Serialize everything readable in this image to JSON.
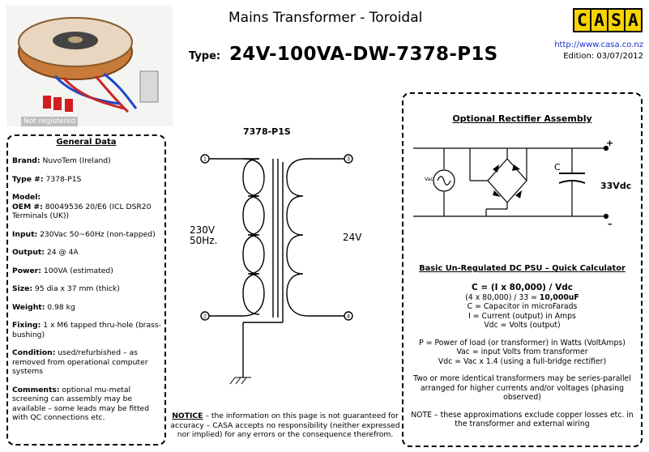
{
  "header": {
    "title": "Mains Transformer - Toroidal",
    "type_label": "Type:",
    "type_value": "24V-100VA-DW-7378-P1S",
    "url": "http://www.casa.co.nz",
    "edition": "Edition: 03/07/2012",
    "logo_letters": [
      "C",
      "A",
      "S",
      "A"
    ],
    "logo_color": "#f7d400"
  },
  "photo": {
    "watermark": "Not registered"
  },
  "general": {
    "title": "General Data",
    "items": [
      {
        "label": "Brand:",
        "value": " NuvoTem (Ireland)"
      },
      {
        "label": "Type #:",
        "value": " 7378-P1S"
      },
      {
        "label": "Model:\nOEM #:",
        "value": "  80049536 20/E6 (ICL DSR20 Terminals (UK))"
      },
      {
        "label": "Input:",
        "value": " 230Vac 50~60Hz (non-tapped)"
      },
      {
        "label": "Output:",
        "value": " 24 @ 4A"
      },
      {
        "label": "Power:",
        "value": " 100VA (estimated)"
      },
      {
        "label": "Size:",
        "value": " 95 dia x 37 mm (thick)"
      },
      {
        "label": "Weight:",
        "value": " 0.98 kg"
      },
      {
        "label": "Fixing:",
        "value": " 1 x M6 tapped thru-hole (brass-bushing)"
      },
      {
        "label": "Condition:",
        "value": " used/refurbished – as removed from operational computer systems"
      },
      {
        "label": "Comments:",
        "value": " optional mu-metal screening can assembly may be available – some leads may be fitted with QC connections etc."
      }
    ]
  },
  "schematic": {
    "title": "7378-P1S",
    "primary": [
      "230V",
      "50Hz."
    ],
    "secondary": "24V",
    "pins": [
      "1",
      "2",
      "3",
      "4"
    ]
  },
  "notice": {
    "label": "NOTICE",
    "text": " – the information on this page is not guaranteed for accuracy – CASA accepts no responsibility (neither expressed nor implied) for any errors or the consequence therefrom."
  },
  "rectifier": {
    "title": "Optional Rectifier Assembly",
    "plus": "+",
    "minus": "–",
    "cap_label": "C",
    "vac_label": "Vac",
    "output": "33Vdc"
  },
  "calculator": {
    "title": "Basic Un-Regulated DC PSU – Quick Calculator",
    "formula": "C = (I x 80,000) / Vdc",
    "example_pre": "(4 x 80,000) / 33 = ",
    "example_result": "10,000uF",
    "defs1": [
      "C = Capacitor in microFarads",
      "I = Current (output) in Amps",
      "Vdc = Volts (output)"
    ],
    "defs2": [
      "P = Power of load (or transformer) in Watts (VoltAmps)",
      "Vac = input Volts from transformer",
      "Vdc = Vac x 1.4 (using a full-bridge rectifier)"
    ],
    "series_note": "Two or more identical transformers may be series-parallel arranged for higher currents and/or voltages (phasing observed)",
    "note": "NOTE – these approximations exclude copper losses etc. in the transformer and external wiring"
  }
}
